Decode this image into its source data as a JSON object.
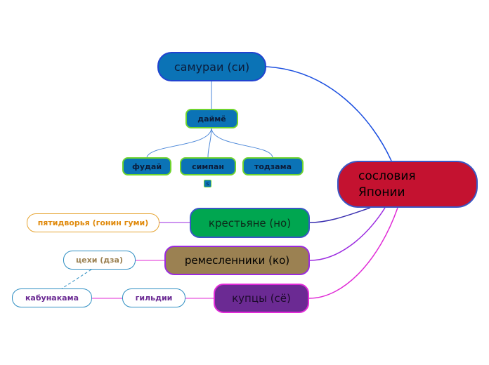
{
  "mindmap": {
    "central": {
      "line1": "сословия",
      "line2": "Японии"
    },
    "samurai": {
      "label": "самураи (си)"
    },
    "daimyo": {
      "label": "даймё"
    },
    "fudai": {
      "label": "фудай"
    },
    "simpan": {
      "label": "симпан",
      "badge": "s"
    },
    "todzama": {
      "label": "тодзама"
    },
    "peasants": {
      "label": "крестьяне (но)"
    },
    "five_households": {
      "label": "пятидворья (гонин гуми)"
    },
    "artisans": {
      "label": "ремесленники (ко)"
    },
    "workshops": {
      "label": "цехи (дза)"
    },
    "merchants": {
      "label": "купцы (сё)"
    },
    "guilds": {
      "label": "гильдии"
    },
    "kabunakama": {
      "label": "кабунакама"
    }
  },
  "colors": {
    "central": "#c41230",
    "samurai_branch": "#0b73b6",
    "peasants_branch": "#00a650",
    "artisans_branch": "#9b8152",
    "merchants_branch": "#6b2a93"
  }
}
